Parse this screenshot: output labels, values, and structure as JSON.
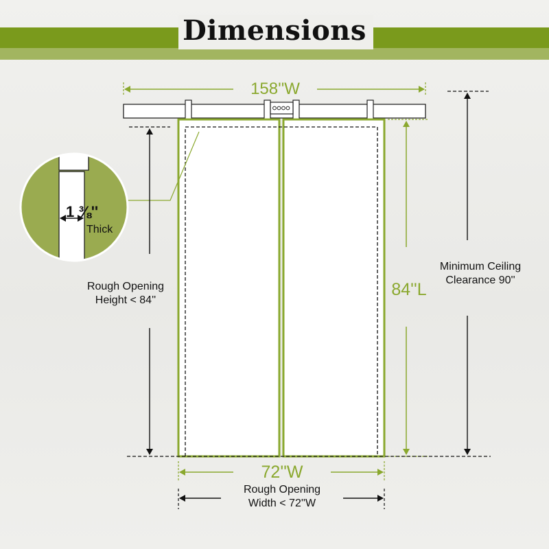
{
  "title": "Dimensions",
  "colors": {
    "accent": "#8aa82e",
    "band_dark": "#7a9a1c",
    "band_light": "#a2b560",
    "line": "#111111"
  },
  "dimensions": {
    "track_width": "158''W",
    "door_length": "84''L",
    "door_width": "72''W",
    "thickness_value": "1 ⅜''",
    "thickness_label": "Thick",
    "rough_height_line1": "Rough Opening",
    "rough_height_line2": "Height < 84''",
    "ceiling_line1": "Minimum Ceiling",
    "ceiling_line2": "Clearance 90''",
    "rough_width_line1": "Rough Opening",
    "rough_width_line2": "Width < 72''W"
  }
}
